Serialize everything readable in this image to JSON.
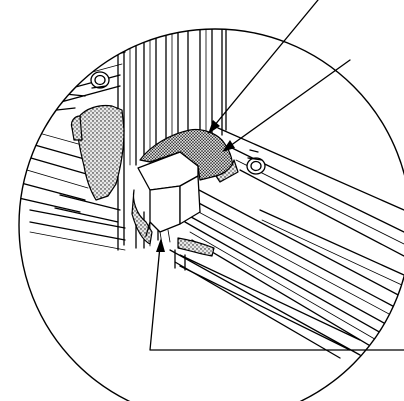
{
  "figure": {
    "description_free": true,
    "parts": [
      {
        "name": "detail-circle"
      },
      {
        "name": "horizontal-rail-left"
      },
      {
        "name": "horizontal-rail-right"
      },
      {
        "name": "vertical-post"
      },
      {
        "name": "corner-bracket"
      },
      {
        "name": "sealant-bead-left"
      },
      {
        "name": "sealant-bead-corner"
      },
      {
        "name": "sealant-bead-lower"
      },
      {
        "name": "bolt-head-left"
      },
      {
        "name": "bolt-head-right"
      }
    ],
    "callouts": [
      {
        "name": "leader-top-a"
      },
      {
        "name": "leader-top-b"
      },
      {
        "name": "leader-bottom-a"
      },
      {
        "name": "leader-bottom-b"
      }
    ]
  }
}
